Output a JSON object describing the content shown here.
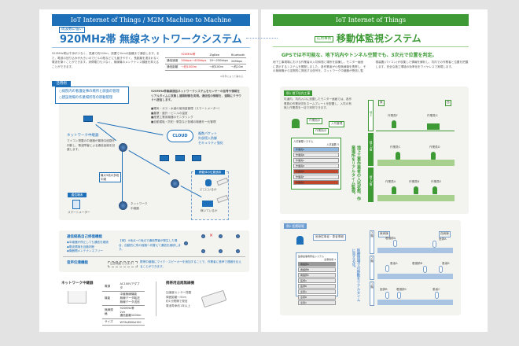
{
  "left": {
    "header": "IoT Internet of Things / M2M Machine to Machine",
    "tag": "周波数に強い",
    "title": "920MHz帯 無線ネットワークシステム",
    "intro": "920MHz帯は干渉が少なく、見通で約200m、設置で1kmの距離まで通信します。また、電波の回り込みが大きいのでビルの陰などにも届きやすく、長距離を遠まわなく電波を繋ぐことができます。消費電力も少なく、無線機のメンテナンス頻度を抑えることができます。",
    "spec_table": {
      "headers": [
        "",
        "920MHz帯",
        "ZigBee",
        "Bluetooth"
      ],
      "rows": [
        [
          "通信速度",
          "50kbps〜400kbps",
          "20〜250kbps",
          "24Mbps"
        ],
        [
          "通信距離",
          "〜約1000m",
          "〜約100m",
          "〜約10m"
        ]
      ],
      "note": "※条件によって異なる"
    },
    "usage": {
      "label": "活用例",
      "items": [
        "○病院内の看護従事の場所と顔面の管理",
        "○建設現場の作業場所等の移動管理"
      ]
    },
    "diagram": {
      "desc": "920MHz帯無線通信ネットワークシステムをセンサーの信号や情報をリアルタイムに収集し遠隔制御を実現。通信性の情報を、遠隔にクラウドへ送信します。",
      "bullets": [
        "■電気・ガス・水道の使用量管理（スマートメーター）",
        "■農業・屋外・ビニルの温室",
        "■産業工業用機器のモニタリング",
        "■自動運転・防犯・緊急など各種の機器を一元管理"
      ],
      "cloud": "CLOUD",
      "cloud_notes": [
        "複数パケット",
        "外部侵入防御",
        "セキュリティ強化"
      ],
      "relay_title": "ネットワーク中継器",
      "relay_desc": "マイコン搭載の中継器が最適な経路を判断し、電波障害による通信途絶を回避します。",
      "hop_note": "最大5段の多段中継",
      "device_label": "通信端末",
      "meter": "スマートメーター",
      "node_label": "ネットワーク中継器",
      "mobile_title": "移動体の位置追跡",
      "where": "どこにいるか",
      "what": "稼いているか"
    },
    "features": {
      "repair_title": "通信経路自己修復機能",
      "repair_items": [
        "◆中継器が停止しても通信を継続",
        "◆電波環境を自動判断",
        "◆機器間メンテナンスフリー"
      ],
      "repair_example": "【例】 A地点〜C地点で通信障害が発生した場合、自動的に別の経路へ切替えて通信を継続します。",
      "voice_title": "音声伝達機能",
      "voice_desc": "携帯中継機にマイク・スピーカーを追加することで、作業者に音声で連絡を伝えることができます。",
      "voice_bubble": "注意喚起できます！"
    },
    "products": [
      {
        "title": "ネットワーク中継器",
        "spec": [
          [
            "電源",
            "AC100Vアダプタ"
          ],
          [
            "機能",
            "中継無線機能\n無線データ転送\n無線データ送信"
          ],
          [
            "無線規格",
            "920MHz帯\n2ch\n通信距離1000m"
          ],
          [
            "サイズ",
            "W76xD60xH20"
          ]
        ]
      },
      {
        "title": "携帯用追尾無線機",
        "spec_lines": [
          "加速度センサー搭載",
          "周囲距離〜50m",
          "約1分間隔で発信",
          "電池寿命約1年以上"
        ]
      }
    ]
  },
  "right": {
    "header": "IoT Internet of Things",
    "tag": "応用事例",
    "title": "移動体監視システム",
    "subtitle": "GPSでは不可能な、地下坑内やトンネル空間でも、3次元で位置を判定。",
    "intro": "地下工事現場における作業者の入坑和態と場所を認識し、モニター画面に表示するシステムを開発しました。各作業者が小型無線機を携帯し、その無線機から定期的に発信する信号を、ネットワーク中継器が受信し監視装置(パソコン)が収集した情報を解析し、坑内での作業者と位置を把握します。安全な施工環境の効率化をワイヤレスで実現します。",
    "example1": {
      "label": "例1",
      "title": "地下坑内工事",
      "desc": "坑道内、坑内入口に設置したモニター画面では、各作業員の作業状況をネームプレートを配置し、入坑の有無と作業員を一目で判別できます。",
      "boxes": [
        "作業指示",
        "入坑管理",
        "作業指示"
      ],
      "screen_title": "入坑管理システム",
      "screen_count": "入坑者数 5",
      "rows": [
        "作業員A",
        "作業員B",
        "作業員C",
        "作業員D",
        "作業員E",
        "作業員F",
        "作業員G"
      ],
      "vertical": "地下工事作業者の入坑状態、作業場所をリアルタイム監視。",
      "floors": [
        "地上",
        "地下1階",
        "地下2階"
      ],
      "dir": [
        "東",
        "西"
      ],
      "workers": [
        "作業員F",
        "作業員G",
        "作業員C",
        "作業員D",
        "作業員A",
        "作業員B",
        "作業員E"
      ]
    },
    "example2": {
      "label": "例2",
      "title": "医療現場",
      "box": "医療従事者・患者情報",
      "screen_title": "医療従事者所在システム",
      "screen_count": "患者情報 3",
      "rows": [
        "看護師A",
        "看護師B",
        "看護師C",
        "医師A",
        "医師B",
        "患者A",
        "患者B",
        "患者C"
      ],
      "vertical": "医療現場での移動をリアルタイムに見える化。",
      "floors": [
        "3階",
        "2階",
        "1階"
      ],
      "dir": [
        "東病棟",
        "西病棟"
      ],
      "people": [
        "看護師A",
        "医師A",
        "患者A",
        "看護師B",
        "患者B",
        "医師B",
        "看護師C",
        "患者C"
      ]
    }
  },
  "colors": {
    "blue": "#1d6fb8",
    "green": "#3d9a35"
  }
}
